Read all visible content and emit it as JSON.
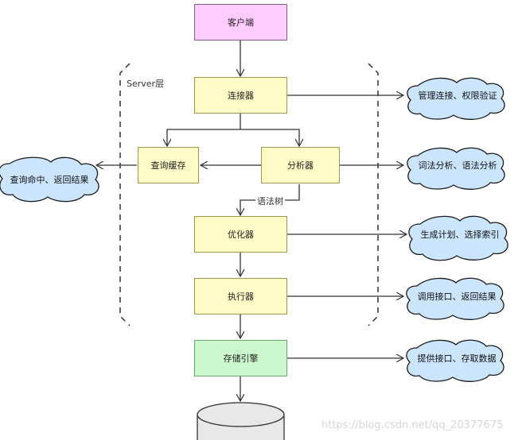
{
  "nodes": {
    "client": "客户端",
    "connector": "连接器",
    "query_cache": "查询缓存",
    "analyzer": "分析器",
    "optimizer": "优化器",
    "executor": "执行器",
    "storage_engine": "存储引擎"
  },
  "clouds": {
    "connector_note": "管理连接、权限验证",
    "cache_note": "查询命中、返回结果",
    "analyzer_note": "词法分析、语法分析",
    "optimizer_note": "生成计划、选择索引",
    "executor_note": "调用接口、返回结果",
    "storage_note": "提供接口、存取数据"
  },
  "labels": {
    "server_layer": "Server层",
    "syntax_tree": "语法树"
  },
  "watermark": "https://blog.csdn.net/qq_20377675",
  "colors": {
    "process_fill": "#fffbc6",
    "client_fill": "#ffccff",
    "engine_fill": "#cdf7cd",
    "cloud_fill": "#cce5ff",
    "line": "#333333"
  }
}
